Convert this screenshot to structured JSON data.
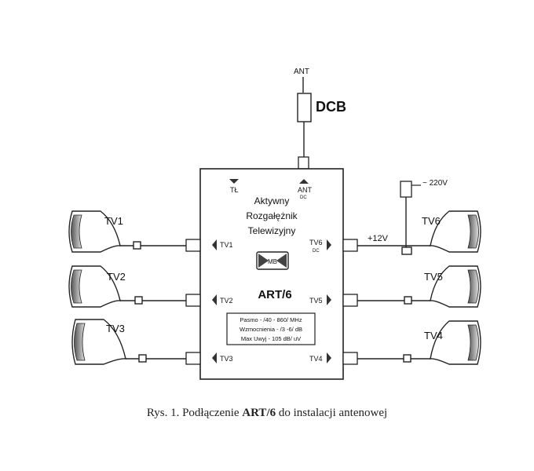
{
  "antenna": {
    "label": "ANT",
    "amp_label": "DCB"
  },
  "splitter": {
    "title_lines": [
      "Aktywny",
      "Rozgałężnik",
      "Telewizyjny"
    ],
    "port_tl": "TŁ",
    "port_ant": "ANT",
    "port_ant_sub": "DC",
    "logo": "MB",
    "model": "ART/6",
    "specs": [
      "Pasmo - /40 - 860/ MHz",
      "Wzmocnienia - /3 -6/ dB",
      "Max Uwyj - 105 dB/ uV"
    ],
    "ports": {
      "tv1": "TV1",
      "tv2": "TV2",
      "tv3": "TV3",
      "tv4": "TV4",
      "tv5": "TV5",
      "tv6": "TV6",
      "tv6_sub": "DC"
    }
  },
  "tvs": {
    "tv1": "TV1",
    "tv2": "TV2",
    "tv3": "TV3",
    "tv4": "TV4",
    "tv5": "TV5",
    "tv6": "TV6"
  },
  "power": {
    "mains": "~ 220V",
    "dc": "+12V"
  },
  "caption": {
    "prefix": "Rys. 1. Podłączenie ",
    "model": "ART/6",
    "suffix": " do instalacji antenowej"
  }
}
